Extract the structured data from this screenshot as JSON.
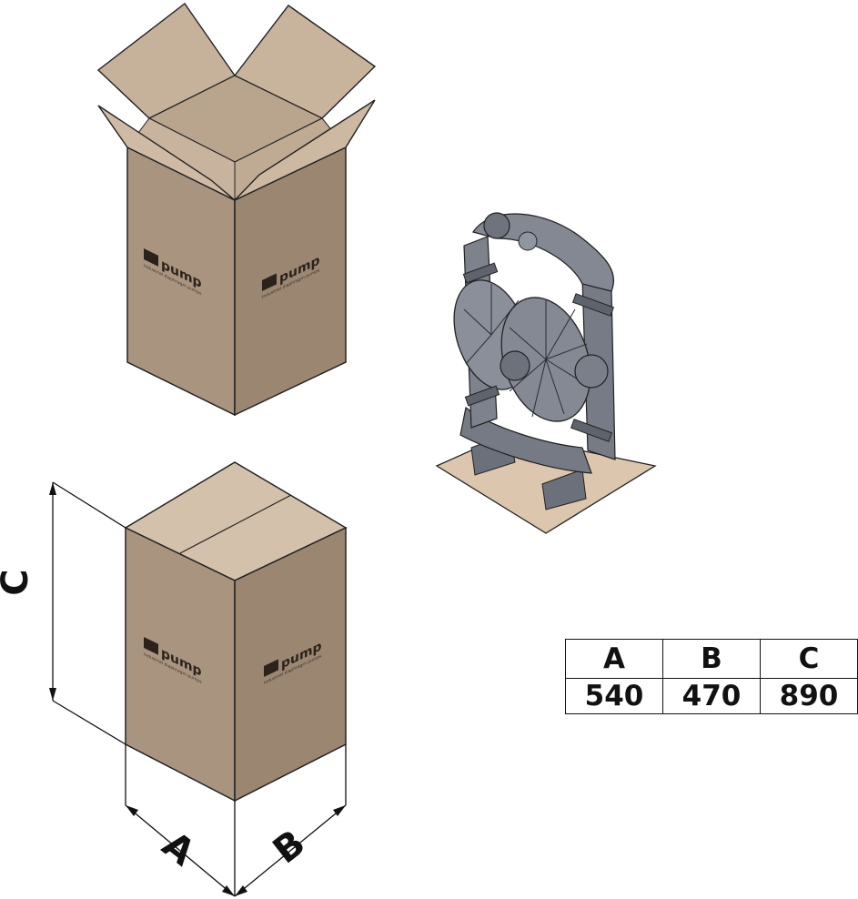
{
  "brand_label": "pump",
  "box_tagline": "Industrial diaphragm pumps",
  "dimension_labels": {
    "a": "A",
    "b": "B",
    "c": "C"
  },
  "dimensions_table": {
    "headers": [
      "A",
      "B",
      "C"
    ],
    "values": [
      "540",
      "470",
      "890"
    ]
  },
  "colors": {
    "carton_side": "#a99480",
    "carton_side_dark": "#9b8672",
    "carton_top": "#d4c1ac",
    "carton_inside": "#c1ac96",
    "pump_body": "#767b86",
    "pallet": "#dcc6ad"
  }
}
